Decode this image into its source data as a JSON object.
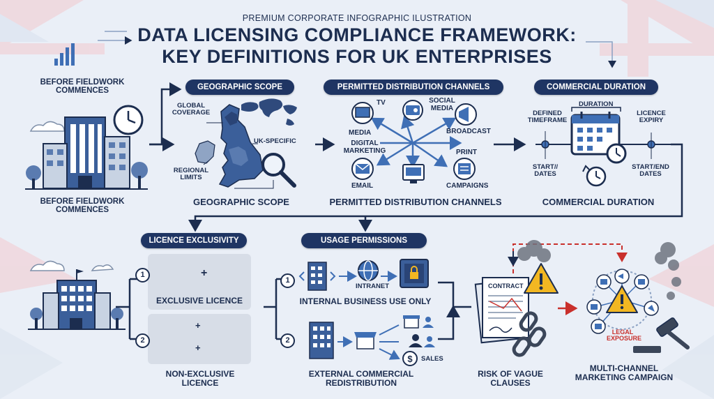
{
  "header": {
    "kicker": "PREMIUM CORPORATE INFOGRAPHIC ILUSTRATION",
    "title_line1": "DATA LICENSING COMPLIANCE FRAMEWORK:",
    "title_line2": "KEY DEFINITIONS FOR UK ENTERPRISES"
  },
  "start": {
    "top_label": "BEFORE FIELDWORK COMMENCES",
    "bottom_label": "BEFORE FIELDWORK COMMENCES"
  },
  "geo": {
    "pill": "GEOGRAPHIC SCOPE",
    "global": "GLOBAL COVERAGE",
    "uk_specific": "UK-SPECIFIC",
    "regional": "REGIONAL LIMITS",
    "caption": "GEOGRAPHIC SCOPE"
  },
  "channels": {
    "pill": "PERMITTED DISTRIBUTION CHANNELS",
    "tv": "TV",
    "social": "SOCIAL MEDIA",
    "media": "MEDIA",
    "broadcast": "BROADCAST",
    "digital": "DIGITAL MARKETING",
    "print": "PRINT",
    "email": "EMAIL",
    "campaigns": "CAMPAIGNS",
    "caption": "PERMITTED DISTRIBUTION CHANNELS"
  },
  "duration": {
    "pill": "COMMERCIAL DURATION",
    "defined": "DEFINED TIMEFRAME",
    "duration": "DURATION",
    "expiry": "LICENCE EXPIRY",
    "start": "START// DATES",
    "startend": "START/END DATES",
    "caption": "COMMERCIAL DURATION"
  },
  "exclusivity": {
    "pill": "LICENCE EXCLUSIVITY",
    "n1": "1",
    "n2": "2",
    "exclusive": "EXCLUSIVE LICENCE",
    "nonexclusive": "NON-EXCLUSIVE LICENCE",
    "plus": "+"
  },
  "usage": {
    "pill": "USAGE PERMISSIONS",
    "n1": "1",
    "n2": "2",
    "intranet": "INTRANET",
    "internal": "INTERNAL BUSINESS USE ONLY",
    "sales": "SALES",
    "external": "EXTERNAL COMMERCIAL REDISTRIBUTION"
  },
  "risk": {
    "contract": "CONTRACT",
    "vague": "RISK OF VAGUE CLAUSES",
    "legal": "LEGAL EXPOSURE",
    "campaign": "MULTI-CHANNEL MARKETING CAMPAIGN"
  },
  "colors": {
    "navy": "#1f3563",
    "blue": "#3f6fb5",
    "gold": "#f2b722",
    "red": "#c9302c",
    "flag": "#c8d4e6"
  }
}
